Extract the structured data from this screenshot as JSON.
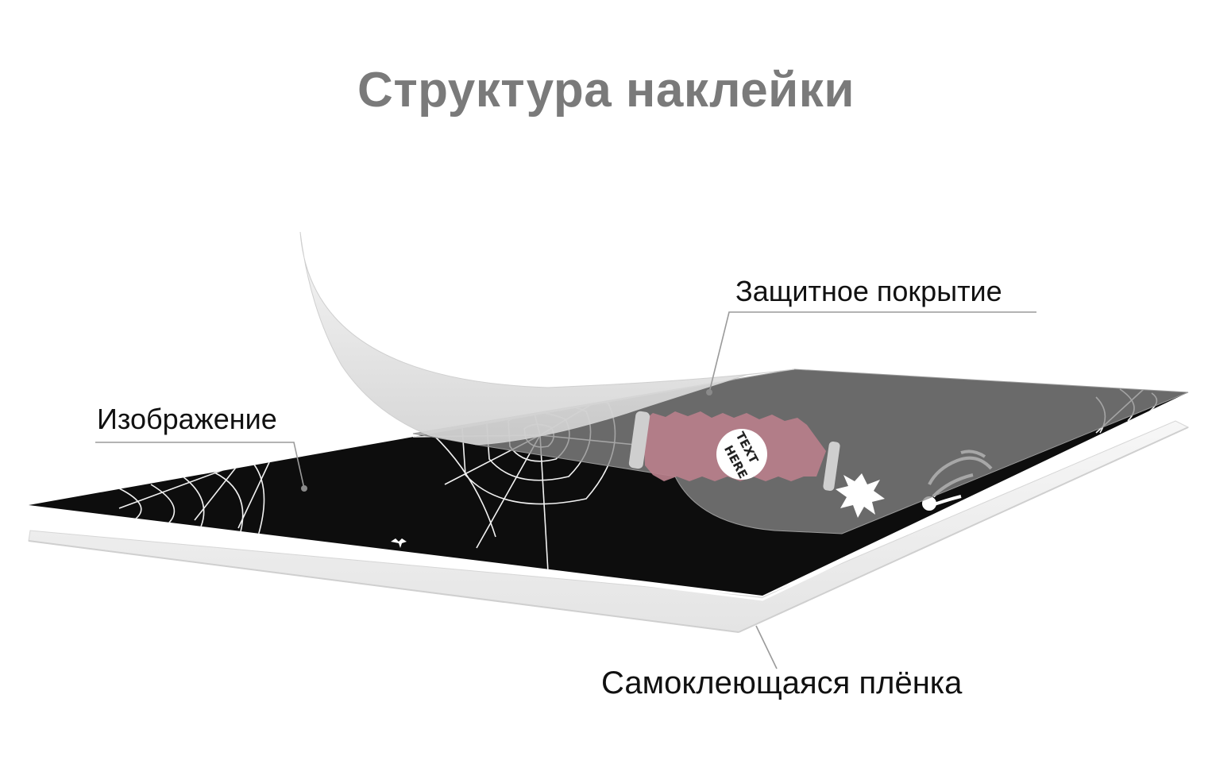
{
  "title": "Структура наклейки",
  "labels": {
    "coating": "Защитное покрытие",
    "image": "Изображение",
    "film": "Самоклеющаяся плёнка"
  },
  "sticker_print": {
    "badge_line1": "TEXT",
    "badge_line2": "HERE"
  },
  "colors": {
    "title": "#7a7a7a",
    "image_layer": "#0d0d0d",
    "coating_layer": "#bcbcbc",
    "film_layer": "#eeeeee",
    "candy_wrapper": "#b97f8b",
    "leader_line": "#9a9a9a"
  }
}
